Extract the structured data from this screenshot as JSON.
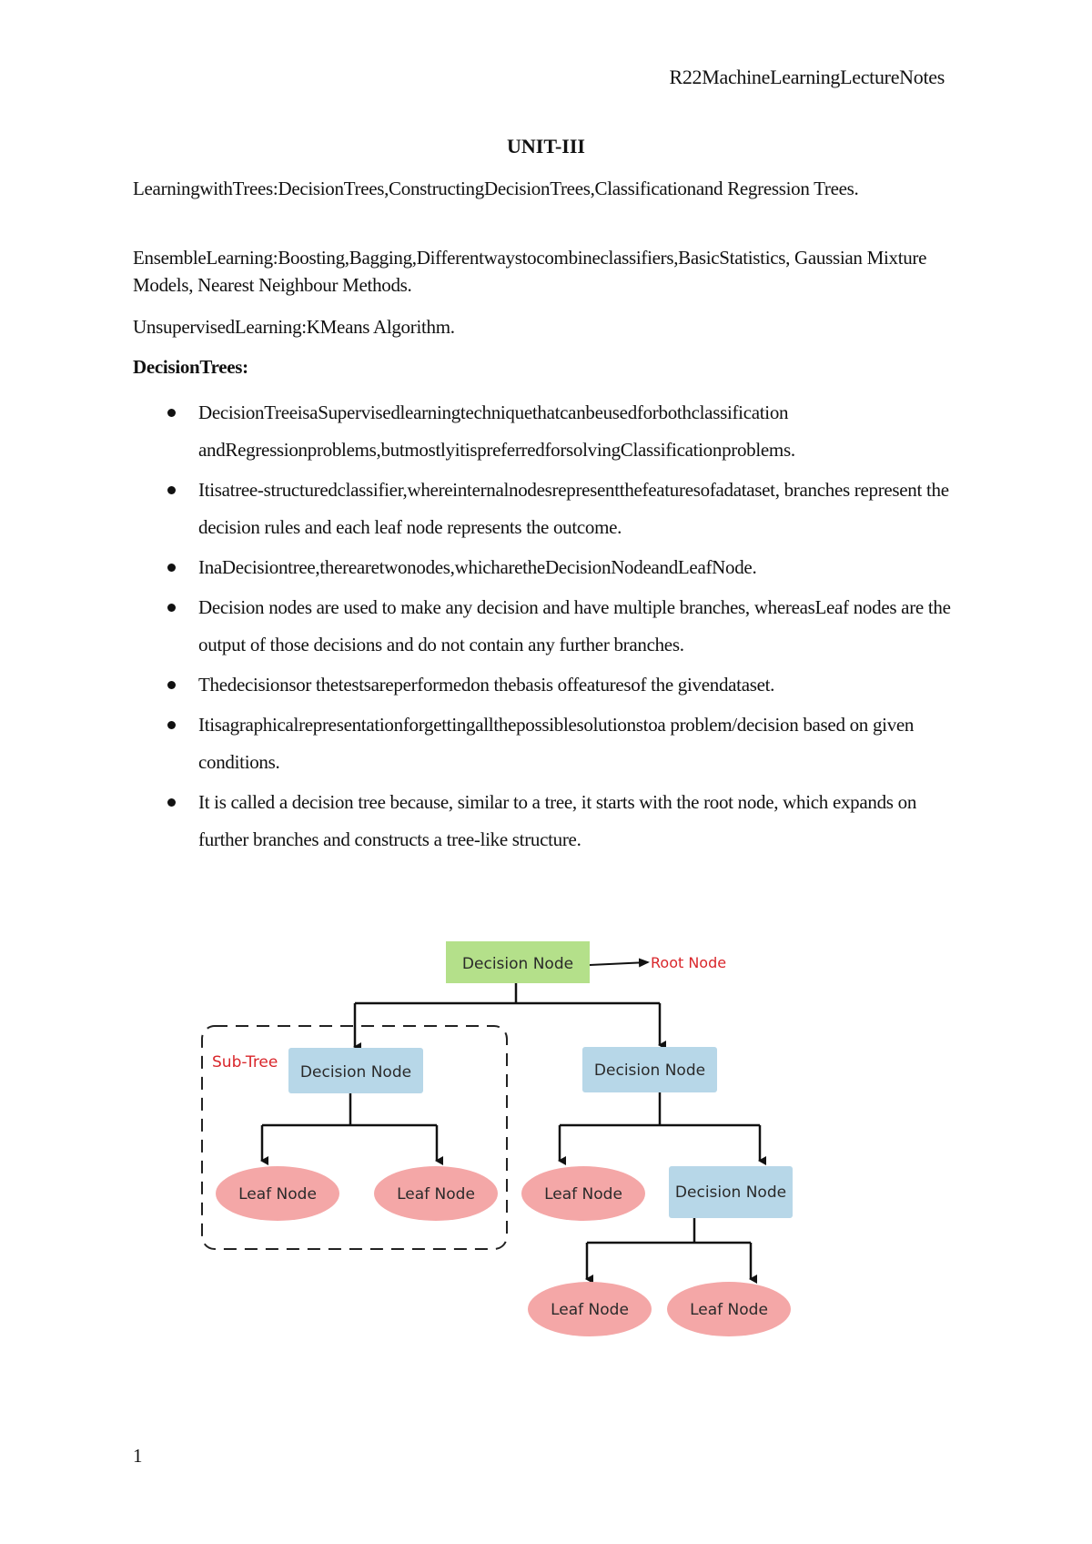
{
  "header": {
    "running_title": "R22MachineLearningLectureNotes"
  },
  "unit": {
    "title": "UNIT-III"
  },
  "syllabus": {
    "learning_with_trees": "LearningwithTrees:DecisionTrees,ConstructingDecisionTrees,Classificationand Regression Trees.",
    "ensemble_learning": "EnsembleLearning:Boosting,Bagging,Differentwaystocombineclassifiers,BasicStatistics, Gaussian Mixture Models, Nearest Neighbour Methods.",
    "unsupervised_learning": "UnsupervisedLearning:KMeans Algorithm."
  },
  "section": {
    "heading": "DecisionTrees:",
    "bullets": [
      "DecisionTreeisaSupervisedlearningtechniquethatcanbeusedforbothclassification andRegressionproblems,butmostlyitispreferredforsolvingClassificationproblems.",
      "Itisatree-structuredclassifier,whereinternalnodesrepresentthefeaturesofadataset, branches represent the decision rules and each leaf node represents the outcome.",
      "InaDecisiontree,therearetwonodes,whicharetheDecisionNodeandLeafNode.",
      "Decision nodes are used to make any decision and have multiple branches, whereasLeaf nodes are the output of those decisions and do not contain any further branches.",
      "Thedecisionsor thetestsareperformedon thebasis offeaturesof the givendataset.",
      "Itisagraphicalrepresentationforgettingallthepossiblesolutionstoa problem/decision based on given conditions.",
      "It is called a decision tree because, similar to a tree, it starts with the root node, which expands on further branches and constructs a tree-like structure."
    ]
  },
  "diagram": {
    "root_node_label": "Decision Node",
    "root_annotation": "Root Node",
    "subtree_label": "Sub-Tree",
    "decision_node_label": "Decision Node",
    "leaf_node_label": "Leaf Node",
    "colors": {
      "root_fill": "#b4e08a",
      "decision_fill": "#b7d7e8",
      "leaf_fill": "#f4a7a7",
      "annotation_red": "#d9262b",
      "node_text": "#2a2a2a"
    }
  },
  "footer": {
    "page_number": "1"
  }
}
